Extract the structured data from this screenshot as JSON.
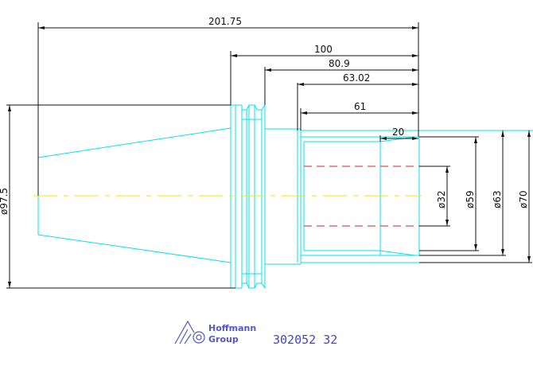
{
  "dimensions": {
    "total_length": "201.75",
    "len_100": "100",
    "len_80_9": "80.9",
    "len_63_02": "63.02",
    "len_61": "61",
    "len_20": "20",
    "dia_97_5": "ø97.5",
    "dia_32": "ø32",
    "dia_59": "ø59",
    "dia_63": "ø63",
    "dia_70": "ø70"
  },
  "logo": {
    "line1": "Hoffmann",
    "line2": "Group"
  },
  "part_number": "302052 32",
  "colors": {
    "outline": "#00e5ee",
    "dimension": "#111111",
    "centerline": "#eeee00",
    "hidden": "#dd2222",
    "logo": "#5555cc"
  }
}
